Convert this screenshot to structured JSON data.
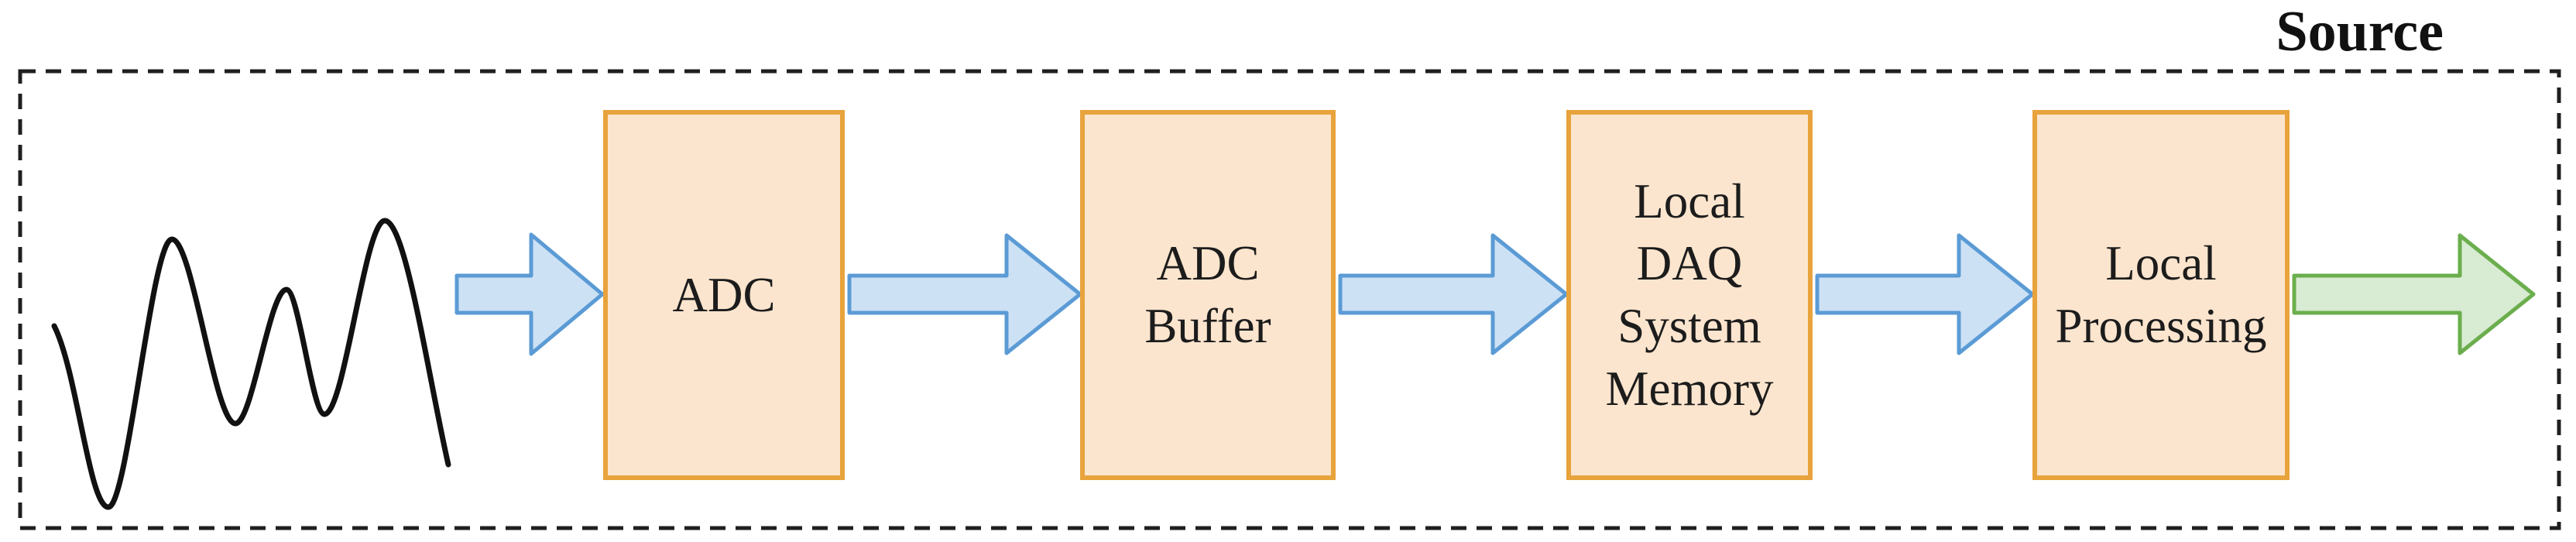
{
  "diagram": {
    "title": "Source",
    "description": "Data acquisition source block diagram: analog signal flows through ADC, ADC Buffer, Local DAQ System Memory and Local Processing, then out of the Source boundary",
    "nodes": [
      {
        "id": "adc",
        "label": "ADC"
      },
      {
        "id": "adc-buffer",
        "label": "ADC\nBuffer"
      },
      {
        "id": "local-daq-system-memory",
        "label": "Local\nDAQ\nSystem\nMemory"
      },
      {
        "id": "local-processing",
        "label": "Local\nProcessing"
      }
    ],
    "flow_order": [
      "analog-signal-waveform",
      "adc",
      "adc-buffer",
      "local-daq-system-memory",
      "local-processing",
      "output"
    ],
    "icons": {
      "waveform": "analog-signal-waveform"
    },
    "colors": {
      "node_fill": "#FCE5CE",
      "node_border": "#E8A33C",
      "flow_arrow_fill": "#CDE1F5",
      "flow_arrow_border": "#5B9BD5",
      "output_arrow_fill": "#D8EBD3",
      "output_arrow_border": "#6BAE4D",
      "boundary_line": "#1f1f1f",
      "waveform_stroke": "#111111",
      "text": "#1c1c1c"
    }
  }
}
